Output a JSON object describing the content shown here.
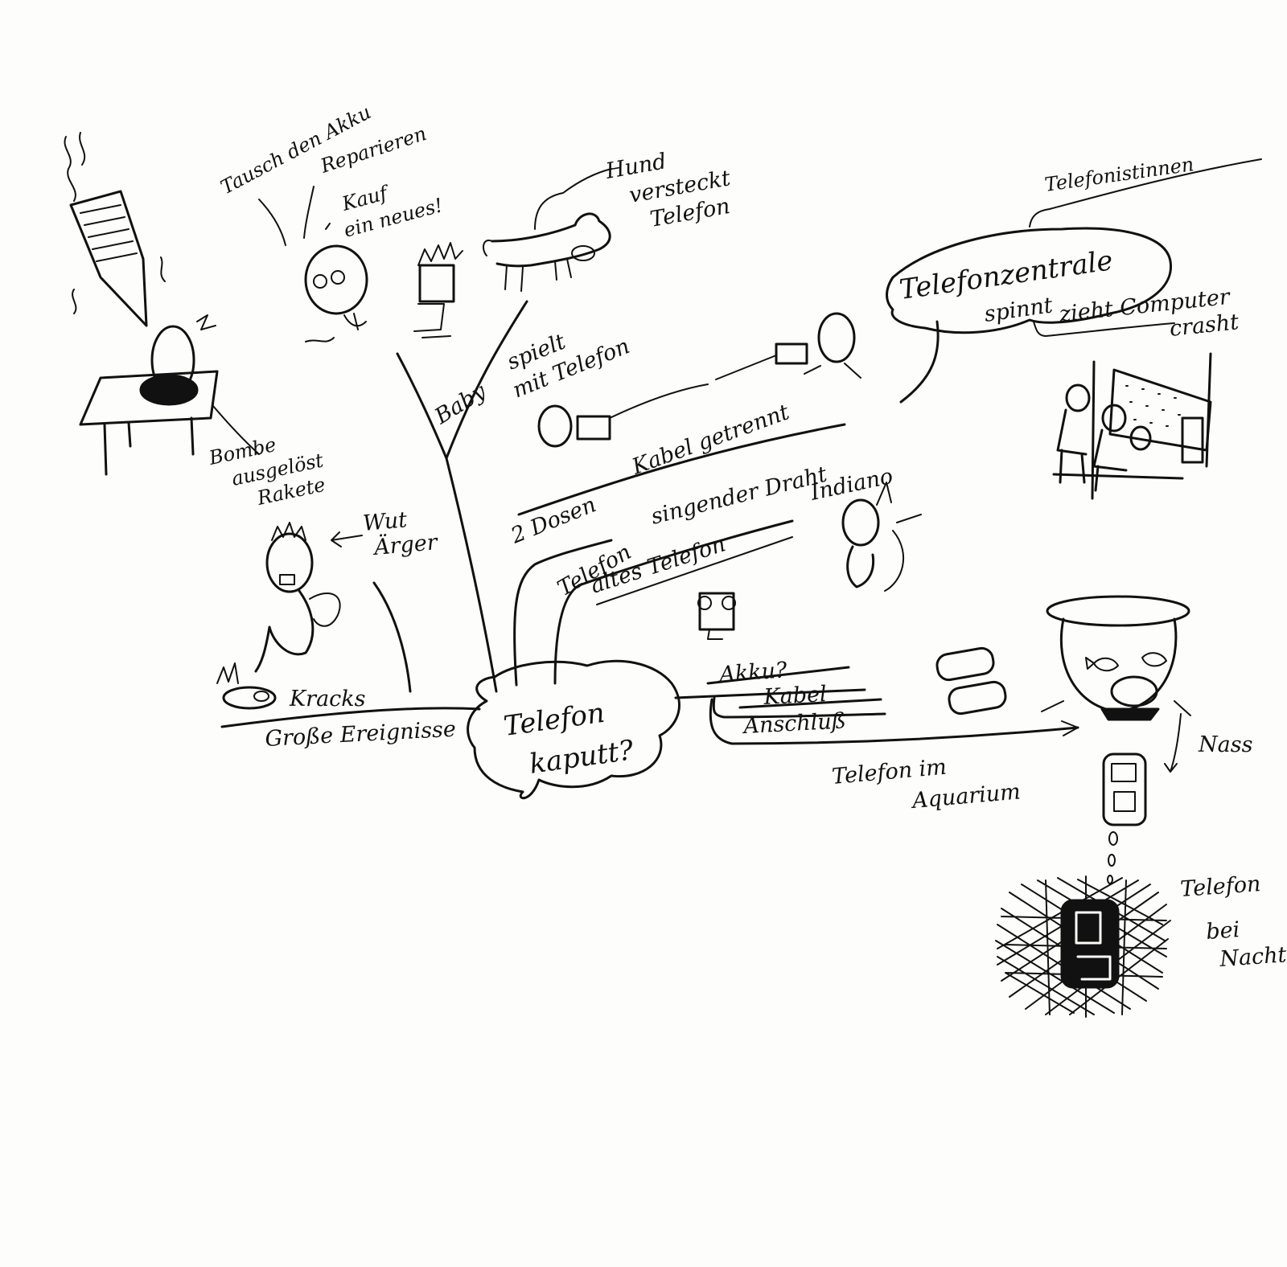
{
  "center": {
    "label_line1": "Telefon",
    "label_line2": "kaputt?"
  },
  "labels": {
    "grosse_ereignisse": "Große Ereignisse",
    "kracks": "Kracks",
    "wut": "Wut",
    "aerger": "Ärger",
    "bombe_line1": "Bombe",
    "bombe_line2": "ausgelöst",
    "bombe_line3": "Rakete",
    "tausch": "Tausch den Akku",
    "reparieren": "Reparieren",
    "kauf_line1": "Kauf",
    "kauf_line2": "ein neues!",
    "hund_line1": "Hund",
    "hund_line2": "versteckt",
    "hund_line3": "Telefon",
    "baby_word": "Baby",
    "baby_line1": "spielt",
    "baby_line2": "mit Telefon",
    "zwei_dosen": "2 Dosen",
    "kabel_getrennt": "Kabel getrennt",
    "singender_draht": "singender Draht",
    "indiano": "Indiano",
    "telefon_word": "Telefon",
    "altes_telefon": "altes Telefon",
    "zentrale_line1": "Telefonzentrale",
    "zentrale_line2": "spinnt",
    "telefonistinnen": "Telefonistinnen",
    "computer_line1": "zieht Computer",
    "computer_line2": "crasht",
    "akku": "Akku?",
    "kabel": "Kabel",
    "anschluss": "Anschluß",
    "aquarium_line1": "Telefon im",
    "aquarium_line2": "Aquarium",
    "nass": "Nass",
    "nacht_line1": "Telefon",
    "nacht_line2": "bei",
    "nacht_line3": "Nacht"
  },
  "colors": {
    "ink": "#111111",
    "paper": "#fdfdfc"
  }
}
